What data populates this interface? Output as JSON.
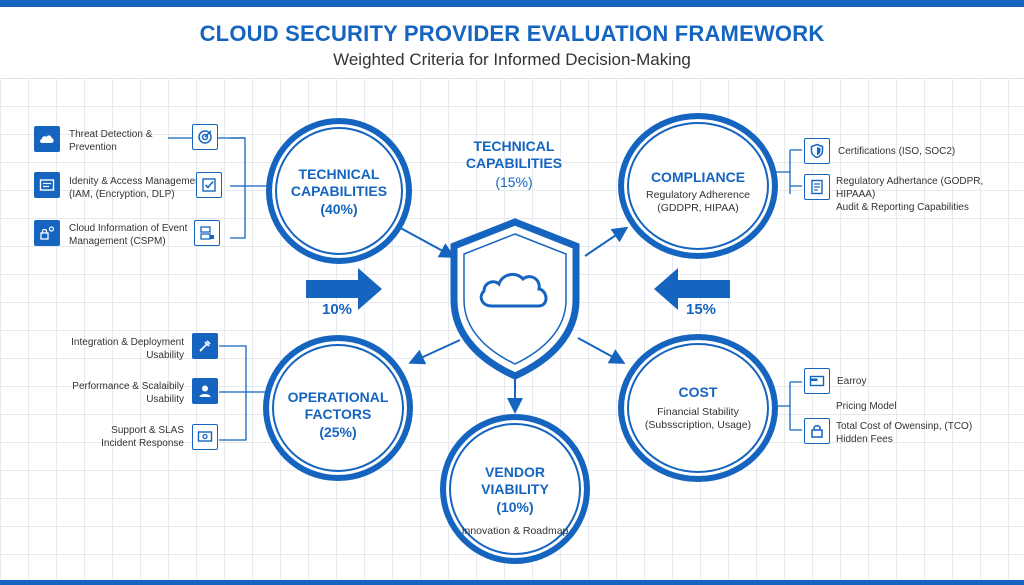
{
  "header": {
    "title": "CLOUD SECURITY PROVIDER EVALUATION FRAMEWORK",
    "subtitle": "Weighted Criteria for Informed Decision-Making"
  },
  "technical": {
    "line1": "TECHNICAL",
    "line2": "CAPABILITIES",
    "pct": "(40%)",
    "items": [
      {
        "icon": "cloud-icon",
        "line1": "Threat Detection &",
        "line2": "Prevention"
      },
      {
        "icon": "id-card-icon",
        "line1": "Idenity & Access Management",
        "line2": "(IAM, (Encryption, DLP)"
      },
      {
        "icon": "lock-network-icon",
        "line1": "Cloud Information of Event",
        "line2": "Management (CSPM)"
      }
    ],
    "side_icons": [
      "target-icon",
      "shield-check-icon",
      "server-lock-icon"
    ]
  },
  "center_label": {
    "line1": "TECHNICAL",
    "line2": "CAPABILITIES",
    "pct": "(15%)"
  },
  "compliance": {
    "title": "COMPLIANCE",
    "sub1": "Regulatory Adherence",
    "sub2": "(GDDPR, HIPAA)",
    "items": [
      {
        "icon": "shield-icon",
        "line1": "Certifications (ISO, SOC2)",
        "line2": ""
      },
      {
        "icon": "document-icon",
        "line1": "Regulatory Adhertance (GODPR, HIPAAA)",
        "line2": "Audit & Reporting Capabilities"
      }
    ]
  },
  "left_arrow_pct": "10%",
  "right_arrow_pct": "15%",
  "operational": {
    "line1": "OPERATIONAL",
    "line2": "FACTORS",
    "pct": "(25%)",
    "items": [
      {
        "icon": "plug-icon",
        "line1": "Integration & Deployment",
        "line2": "Usability"
      },
      {
        "icon": "user-icon",
        "line1": "Performance & Scalaibily",
        "line2": "Usability"
      },
      {
        "icon": "monitor-icon",
        "line1": "Support & SLAS",
        "line2": "Incident Response"
      }
    ]
  },
  "cost": {
    "title": "COST",
    "sub1": "Financial Stability",
    "sub2": "(Subsscription, Usage)",
    "items": [
      {
        "icon": "card-icon",
        "line1": "Earroy",
        "line2": ""
      },
      {
        "icon": "",
        "line1": "Pricing Model",
        "line2": ""
      },
      {
        "icon": "lock-icon",
        "line1": "Total Cost of Owensinp, (TCO)",
        "line2": "Hidden Fees"
      }
    ]
  },
  "vendor": {
    "line1": "VENDOR",
    "line2": "VIABILITY",
    "pct": "(10%)",
    "sub": "Innovation & Roadmap"
  },
  "colors": {
    "primary": "#1565c0",
    "grid": "#e6e9ee",
    "text": "#333333"
  }
}
